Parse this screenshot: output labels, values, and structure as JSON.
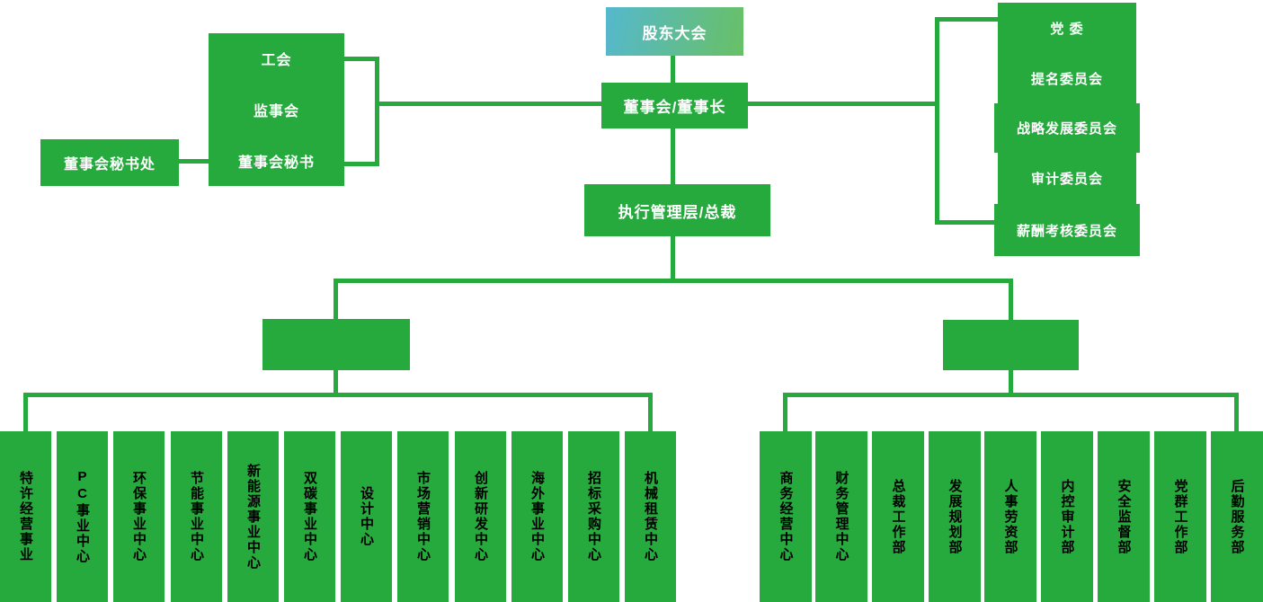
{
  "colors": {
    "green": "#26aa3e",
    "gradient_left": "#55b8cd",
    "gradient_right": "#68c065",
    "top_text": "#ffffff",
    "dept_text": "#000000"
  },
  "nodes": {
    "shareholders": "股东大会",
    "board": "董事会/董事长",
    "executive": "执行管理层/总裁",
    "supervision": [
      "工会",
      "监事会",
      "董事会秘书"
    ],
    "board_secretariat": "董事会秘书处",
    "committees": [
      "党 委",
      "提名委员会",
      "战略发展委员会",
      "审计委员会",
      "薪酬考核委员会"
    ],
    "left_departments": [
      "特许经营事业",
      "PC事业中心",
      "环保事业中心",
      "节能事业中心",
      "新能源事业中心",
      "双碳事业中心",
      "设计中心",
      "市场营销中心",
      "创新研发中心",
      "海外事业中心",
      "招标采购中心",
      "机械租赁中心"
    ],
    "right_departments": [
      "商务经营中心",
      "财务管理中心",
      "总裁工作部",
      "发展规划部",
      "人事劳资部",
      "内控审计部",
      "安全监督部",
      "党群工作部",
      "后勤服务部"
    ]
  }
}
